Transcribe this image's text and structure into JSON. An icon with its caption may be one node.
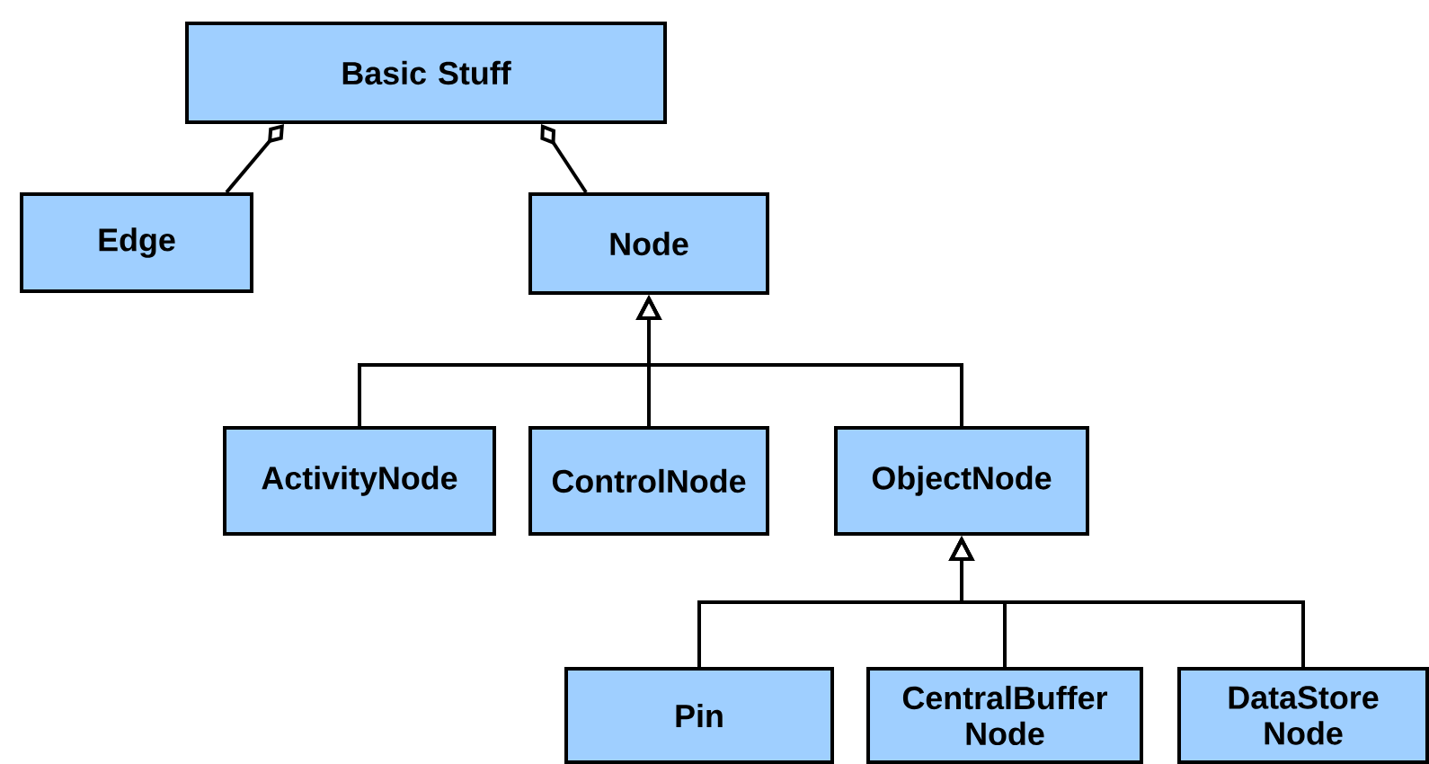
{
  "diagram": {
    "nodes": [
      {
        "text": [
          "Basic Stuff"
        ]
      },
      {
        "text": [
          "Edge"
        ]
      },
      {
        "text": [
          "Node"
        ]
      },
      {
        "text": [
          "ActivityNode"
        ]
      },
      {
        "text": [
          "ControlNode"
        ]
      },
      {
        "text": [
          "ObjectNode"
        ]
      },
      {
        "text": [
          "Pin"
        ]
      },
      {
        "text": [
          "CentralBuffer Node"
        ]
      },
      {
        "text": [
          "DataStore Node"
        ]
      }
    ],
    "edges": [
      {
        "from": 1,
        "to": 0,
        "arrow": "other"
      },
      {
        "from": 2,
        "to": 0,
        "arrow": "other"
      },
      {
        "from": 3,
        "to": 2,
        "arrow": "to"
      },
      {
        "from": 4,
        "to": 2,
        "arrow": "to"
      },
      {
        "from": 5,
        "to": 2,
        "arrow": "to"
      },
      {
        "from": 6,
        "to": 5,
        "arrow": "to"
      },
      {
        "from": 7,
        "to": 5,
        "arrow": "to"
      },
      {
        "from": 8,
        "to": 5,
        "arrow": "to"
      }
    ]
  }
}
